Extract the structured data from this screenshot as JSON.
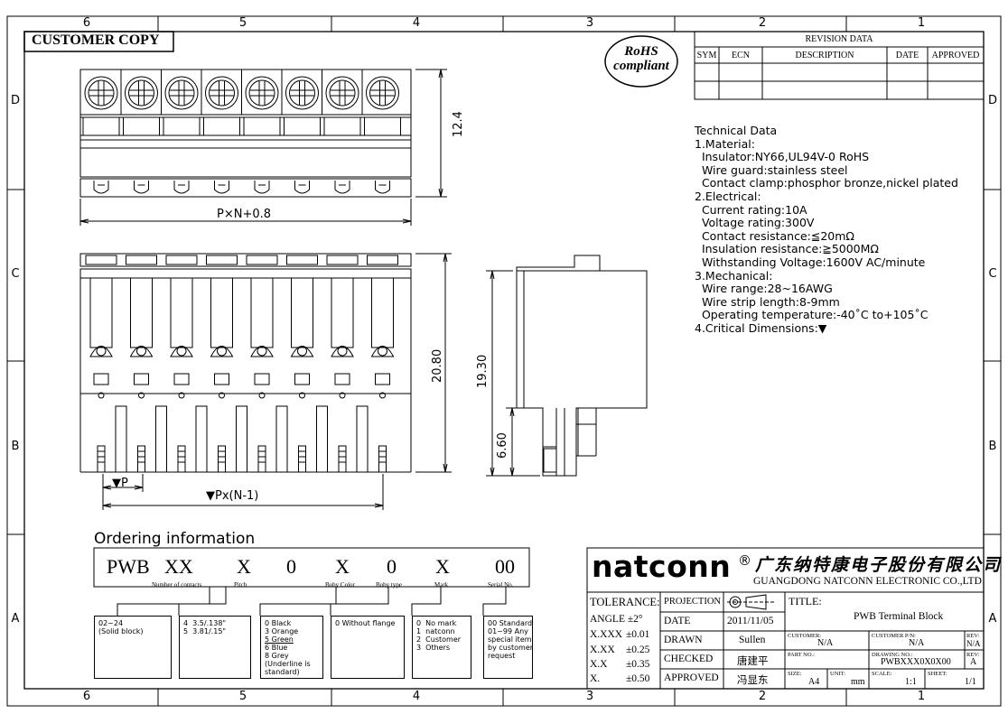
{
  "border": {
    "columns": [
      "6",
      "5",
      "4",
      "3",
      "2",
      "1"
    ],
    "rows": [
      "D",
      "C",
      "B",
      "A"
    ]
  },
  "customer_copy": "CUSTOMER COPY",
  "rohs": {
    "line1": "RoHS",
    "line2": "compliant"
  },
  "revision": {
    "title": "REVISION DATA",
    "headers": [
      "SYM",
      "ECN",
      "DESCRIPTION",
      "DATE",
      "APPROVED"
    ]
  },
  "dimensions": {
    "top_height": "12.4",
    "top_width": "P×N+0.8",
    "front_height": "20.80",
    "side_height": "19.30",
    "side_lower": "6.60",
    "pitch": "▼P",
    "pitch_span": "▼Px(N-1)"
  },
  "tech_data": [
    "Technical Data",
    "1.Material:",
    "  Insulator:NY66,UL94V-0 RoHS",
    "  Wire guard:stainless steel",
    "  Contact clamp:phosphor bronze,nickel plated",
    "2.Electrical:",
    "  Current rating:10A",
    "  Voltage rating:300V",
    "  Contact resistance:≦20mΩ",
    "  Insulation resistance:≧5000MΩ",
    "  Withstanding Voltage:1600V AC/minute",
    "3.Mechanical:",
    "  Wire range:28~16AWG",
    "  Wire strip length:8-9mm",
    "  Operating temperature:-40˚C to+105˚C",
    "4.Critical Dimensions:▼"
  ],
  "ordering": {
    "title": "Ordering information",
    "codes": [
      "PWB",
      "XX",
      "X",
      "0",
      "X",
      "0",
      "X",
      "00"
    ],
    "labels": [
      "Number of contacts",
      "Pitch",
      "Boby Color",
      "Boby type",
      "Mark",
      "Serial No."
    ],
    "contacts": "02~24\n(Solid block)",
    "pitch": "4  3.5/.138\"\n5  3.81/.15\"",
    "color": "0 Black\n3 Orange\n5 Green\n6 Blue\n8 Grey\n(Underline is\nstandard)",
    "type": "0 Without flange",
    "mark": "0  No mark\n1  natconn\n2  Customer\n3  Others",
    "serial": "00 Standard\n01~99 Any\nspecial item\nby customer\nrequest"
  },
  "title_block": {
    "logo": "natconn",
    "reg": "®",
    "company_cn": "广东纳特康电子股份有限公司",
    "company_en": "GUANGDONG NATCONN ELECTRONIC CO.,LTD",
    "tolerance": "TOLERANCE:",
    "tol_rows": [
      [
        "ANGLE ±2°",
        ""
      ],
      [
        "X.XXX",
        "±0.01"
      ],
      [
        "X.XX",
        "±0.25"
      ],
      [
        "X.X",
        "±0.35"
      ],
      [
        "X.",
        "±0.50"
      ]
    ],
    "projection": "PROJECTION",
    "date_label": "DATE",
    "date": "2011/11/05",
    "drawn_label": "DRAWN",
    "drawn": "Sullen",
    "checked_label": "CHECKED",
    "checked": "唐建平",
    "approved_label": "APPROVED",
    "approved": "冯显东",
    "title_label": "TITLE:",
    "title": "PWB  Terminal Block",
    "customer_label": "CUSTOMER:",
    "customer": "N/A",
    "customer_pn_label": "CUSTOMER P/N:",
    "customer_pn": "N/A",
    "rev_label": "REV:",
    "rev1": "N/A",
    "part_label": "PART NO.:",
    "drawing_label": "DRAWING NO.:",
    "drawing": "PWBXXX0X0X00",
    "rev2": "A",
    "size_label": "SIZE:",
    "size": "A4",
    "unit_label": "UNIT:",
    "unit": "mm",
    "scale_label": "SCALE:",
    "scale": "1:1",
    "sheet_label": "SHEET:",
    "sheet": "1/1"
  }
}
